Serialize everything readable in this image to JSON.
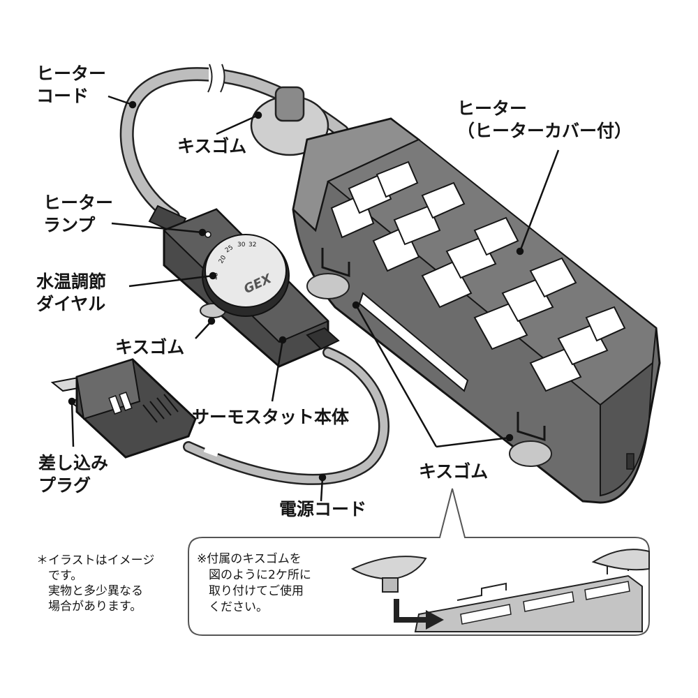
{
  "labels": {
    "heater_cord": "ヒーター\nコード",
    "kiss_gum_top": "キスゴム",
    "heater": "ヒーター\n（ヒーターカバー付）",
    "heater_lamp": "ヒーター\nランプ",
    "dial": "水温調節\nダイヤル",
    "kiss_gum_mid": "キスゴム",
    "thermostat_body": "サーモスタット本体",
    "plug": "差し込み\nプラグ",
    "kiss_gum_bottom": "キスゴム",
    "power_cord": "電源コード"
  },
  "dial_scale": [
    "15",
    "20",
    "25",
    "30",
    "32"
  ],
  "brand_logo": "GEX",
  "notes": {
    "illustration": "＊イラストはイメージ\n　です。\n　実物と多少異なる\n　場合があります。",
    "attach": "※付属のキスゴムを\n　図のように2ケ所に\n　取り付けてご使用\n　ください。"
  },
  "colors": {
    "ink": "#151515",
    "heater_dark": "#5a5a5a",
    "heater_mid": "#7a7a7a",
    "heater_light": "#9a9a9a",
    "cord": "#b5b5b5",
    "suction_cup": "#c8c8c8",
    "thermostat": "#4d4d4d",
    "dial_face": "#ececec",
    "arrow": "#333333"
  }
}
